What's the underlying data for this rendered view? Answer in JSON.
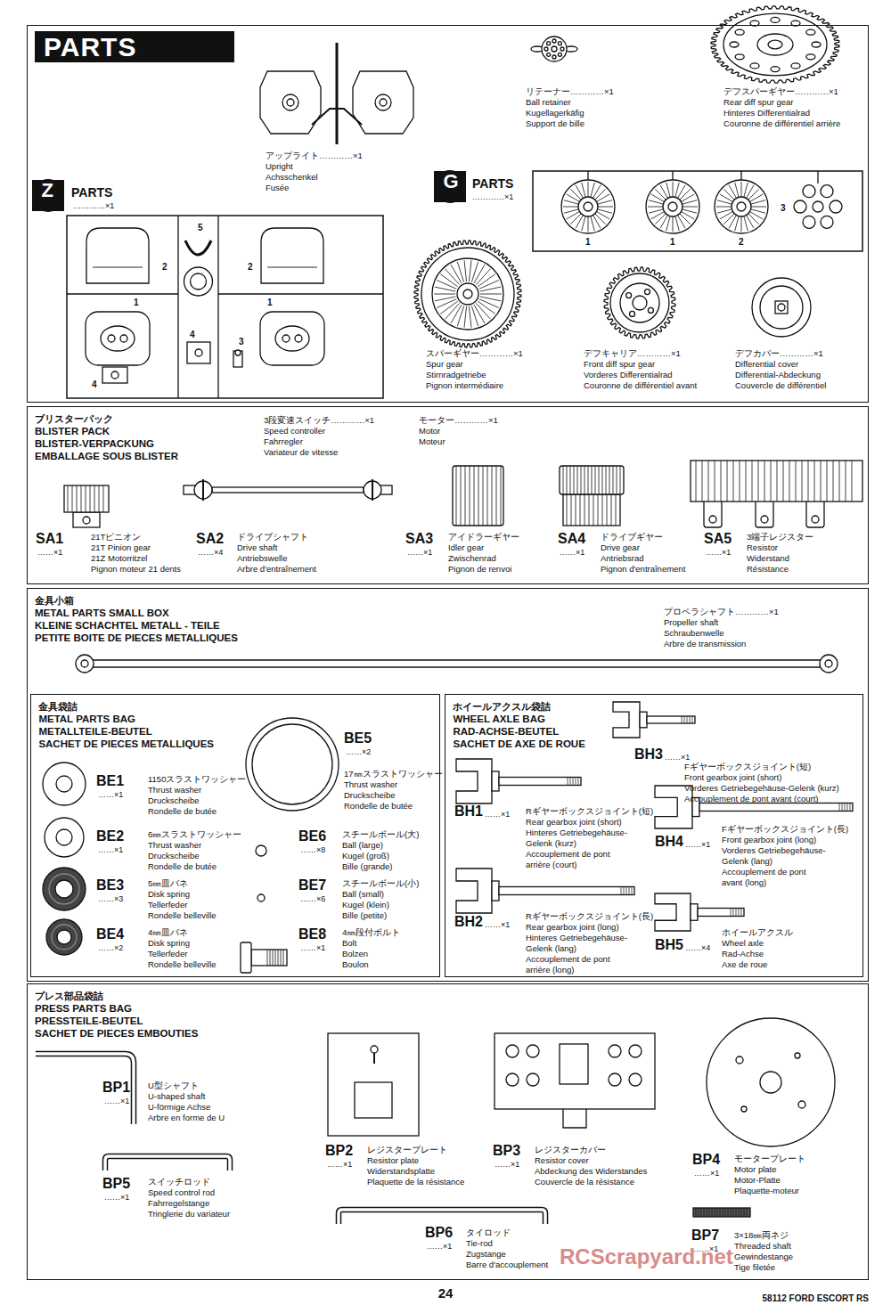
{
  "diagram": {
    "nodes": [
      {
        "text": [
          "PARTS"
        ]
      },
      {
        "text": [
          "Z"
        ],
        "in": 0
      },
      {
        "text": [
          "G"
        ],
        "in": 0
      },
      {
        "text": [
          "ブリスターパック",
          "BLISTER PACK",
          "BLISTER-VERPACKUNG",
          "EMBALLAGE SOUS BLISTER"
        ]
      },
      {
        "text": [
          "金具小箱",
          "METAL PARTS SMALL BOX",
          "KLEINE SCHACHTEL METALL - TEILE",
          "PETITE BOITE DE PIECES METALLIQUES"
        ]
      },
      {
        "text": [
          "金具袋詰",
          "METAL PARTS BAG",
          "METALLTEILE-BEUTEL",
          "SACHET DE PIECES METALLIQUES"
        ],
        "in": 4
      },
      {
        "text": [
          "ホイールアクスル袋詰",
          "WHEEL AXLE BAG",
          "RAD-ACHSE-BEUTEL",
          "SACHET DE AXE DE ROUE"
        ],
        "in": 4
      },
      {
        "text": [
          "プレス部品袋詰",
          "PRESS PARTS BAG",
          "PRESSTEILE-BEUTEL",
          "SACHET DE PIECES EMBOUTIES"
        ]
      }
    ],
    "labels": [
      "アップライト…………×1",
      "Upright",
      "Achsschenkel",
      "Fusée",
      "PARTS",
      "…………×1",
      "5",
      "2",
      "2",
      "1",
      "1",
      "4",
      "3",
      "4",
      "リテーナー…………×1",
      "Ball retainer",
      "Kugellagerkäfig",
      "Support de bille",
      "デフスパーギヤー…………×1",
      "Rear diff spur gear",
      "Hinteres Differentialrad",
      "Couronne de différentiel arrière",
      "PARTS",
      "…………×1",
      "1",
      "1",
      "2",
      "3",
      "スパーギヤー…………×1",
      "Spur gear",
      "Stirnradgetriebe",
      "Pignon intermédiaire",
      "デフキャリア…………×1",
      "Front diff spur gear",
      "Vorderes Differentialrad",
      "Couronne de différentiel avant",
      "デフカバー…………×1",
      "Differential cover",
      "Differential-Abdeckung",
      "Couvercle de différentiel",
      "3段変速スイッチ…………×1",
      "Speed controller",
      "Fahrregler",
      "Variateur de vitesse",
      "モーター…………×1",
      "Motor",
      "Moteur",
      "SA1",
      "……×1",
      "21Tピニオン",
      "21T Pinion gear",
      "21Z Motorritzel",
      "Pignon moteur 21 dents",
      "SA2",
      "……×4",
      "ドライブシャフト",
      "Drive shaft",
      "Antriebswelle",
      "Arbre d'entraînement",
      "SA3",
      "……×1",
      "アイドラーギヤー",
      "Idler gear",
      "Zwischenrad",
      "Pignon de renvoi",
      "SA4",
      "……×1",
      "ドライブギヤー",
      "Drive gear",
      "Antriebsrad",
      "Pignon d'entraînement",
      "SA5",
      "……×1",
      "3端子レジスター",
      "Resistor",
      "Widerstand",
      "Résistance",
      "プロペラシャフト…………×1",
      "Propeller shaft",
      "Schraubenwelle",
      "Arbre de transmission",
      "BE1",
      "……×1",
      "1150スラストワッシャー",
      "Thrust washer",
      "Druckscheibe",
      "Rondelle de butée",
      "BE5",
      "……×2",
      "17㎜スラストワッシャー",
      "Thrust washer",
      "Druckscheibe",
      "Rondelle de butée",
      "BE2",
      "……×1",
      "6㎜スラストワッシャー",
      "Thrust washer",
      "Druckscheibe",
      "Rondelle de butée",
      "BE6",
      "……×8",
      "スチールボール(大)",
      "Ball (large)",
      "Kugel (groß)",
      "Bille (grande)",
      "BE3",
      "……×3",
      "5㎜皿バネ",
      "Disk spring",
      "Tellerfeder",
      "Rondelle belleville",
      "BE7",
      "……×6",
      "スチールボール(小)",
      "Ball (small)",
      "Kugel (klein)",
      "Bille (petite)",
      "BE4",
      "……×2",
      "4㎜皿バネ",
      "Disk spring",
      "Tellerfeder",
      "Rondelle belleville",
      "BE8",
      "……×1",
      "4㎜段付ボルト",
      "Bolt",
      "Bolzen",
      "Boulon",
      "BH3",
      "……×1",
      "Fギヤーボックスジョイント(短)",
      "Front gearbox joint (short)",
      "Vorderes Getriebegehäuse-Gelenk (kurz)",
      "Accouplement de pont avant (court)",
      "BH1",
      "……×1",
      "Rギヤーボックスジョイント(短)",
      "Rear gearbox joint (short)",
      "Hinteres Getriebegehäuse-",
      "Gelenk (kurz)",
      "Accouplement de pont",
      "arrière (court)",
      "BH4",
      "……×1",
      "Fギヤーボックスジョイント(長)",
      "Front gearbox joint (long)",
      "Vorderes Getriebegehäuse-",
      "Gelenk (lang)",
      "Accouplement de pont",
      "avant (long)",
      "BH2",
      "……×1",
      "Rギヤーボックスジョイント(長)",
      "Rear gearbox joint (long)",
      "Hinteres Getriebegehäuse-",
      "Gelenk (lang)",
      "Accouplement de pont",
      "arrière (long)",
      "BH5",
      "……×4",
      "ホイールアクスル",
      "Wheel axle",
      "Rad-Achse",
      "Axe de roue",
      "BP1",
      "……×1",
      "U型シャフト",
      "U-shaped shaft",
      "U-förmige Achse",
      "Arbre en forme de U",
      "BP5",
      "……×1",
      "スイッチロッド",
      "Speed control rod",
      "Fahrregelstange",
      "Tringlerie du variateur",
      "BP2",
      "……×1",
      "レジスタープレート",
      "Resistor plate",
      "Widerstandsplatte",
      "Plaquette de la résistance",
      "BP3",
      "……×1",
      "レジスターカバー",
      "Resistor cover",
      "Abdeckung des Widerstandes",
      "Couvercle de la résistance",
      "BP4",
      "……×1",
      "モータープレート",
      "Motor plate",
      "Motor-Platte",
      "Plaquette-moteur",
      "BP6",
      "……×1",
      "タイロッド",
      "Tie-rod",
      "Zugstange",
      "Barre d'accouplement",
      "BP7",
      "……×1",
      "3×18㎜両ネジ",
      "Threaded shaft",
      "Gewindestange",
      "Tige filetée",
      "RCScrapyard.net",
      "24",
      "58112 FORD ESCORT RS"
    ]
  }
}
